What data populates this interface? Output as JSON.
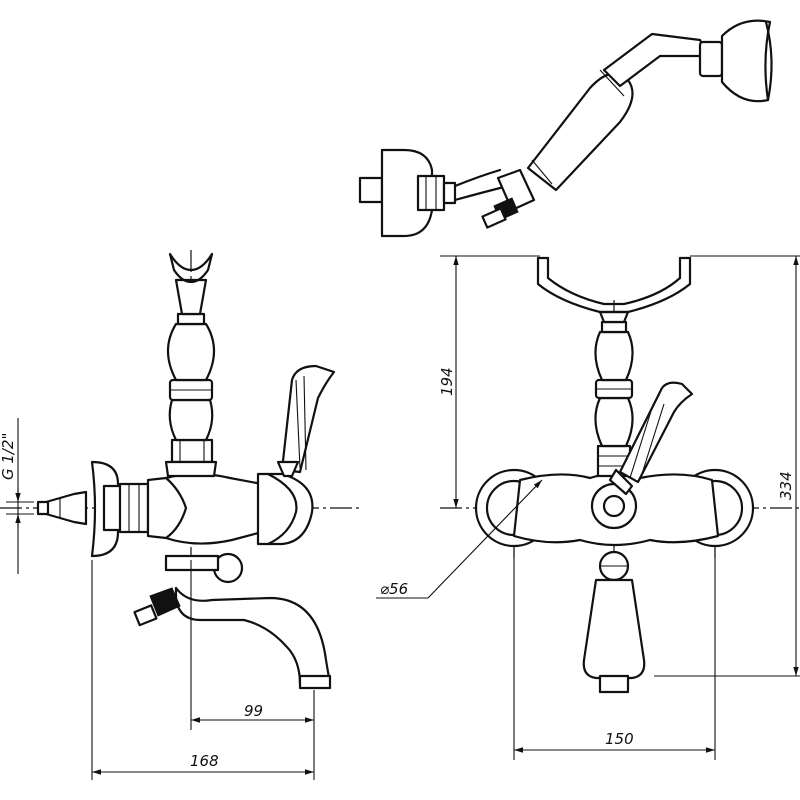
{
  "drawing": {
    "dimensions": {
      "thread": "G 1/2\"",
      "bracket_height": "194",
      "total_height": "334",
      "flange_diameter": "⌀56",
      "spout_reach": "99",
      "total_depth": "168",
      "centers": "150"
    }
  }
}
